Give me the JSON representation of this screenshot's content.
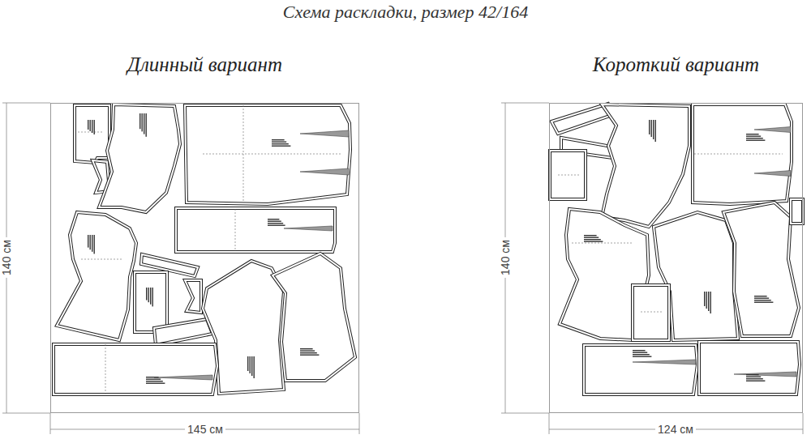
{
  "diagram": {
    "title": "Схема раскладки, размер 42/164",
    "nodes": [
      {
        "text": [
          "Длинный вариант"
        ]
      },
      {
        "text": [
          "Короткий вариант"
        ]
      }
    ],
    "labels": [
      "140 см",
      "145 см",
      "140 см",
      "124 см"
    ]
  }
}
